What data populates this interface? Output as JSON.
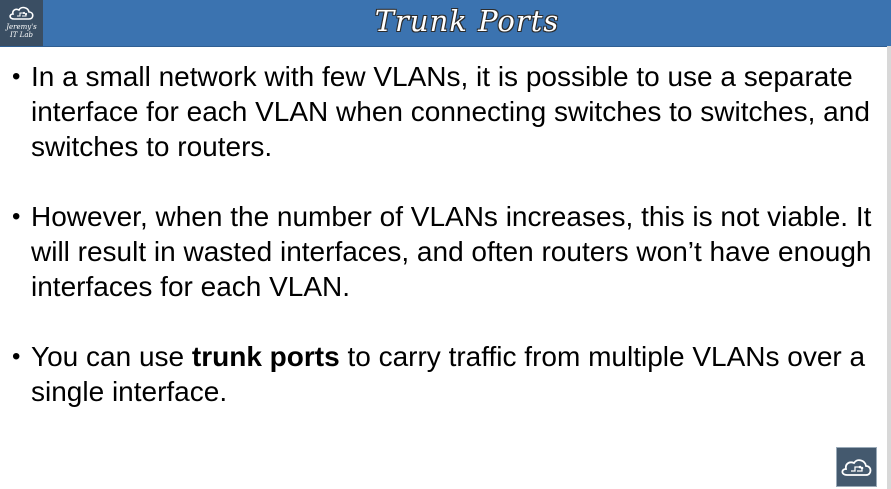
{
  "header": {
    "title": "Trunk Ports",
    "logo_line1": "Jeremy's",
    "logo_line2": "IT Lab",
    "logo_icon": "cloud-circuit-icon"
  },
  "bullets": [
    {
      "text": "In a small network with few VLANs, it is possible to use a separate interface for each VLAN when connecting switches to switches, and switches to routers."
    },
    {
      "text": "However, when the number of VLANs increases, this is not viable.  It will result in wasted interfaces, and often routers won’t have enough interfaces for each VLAN."
    },
    {
      "before": "You can use ",
      "bold": "trunk ports",
      "after": " to carry traffic from multiple VLANs over a single interface."
    }
  ],
  "footer": {
    "logo_icon": "cloud-circuit-icon"
  },
  "colors": {
    "title_bar": "#3b73b0",
    "logo_background": "#3a4e63",
    "text": "#000000"
  }
}
